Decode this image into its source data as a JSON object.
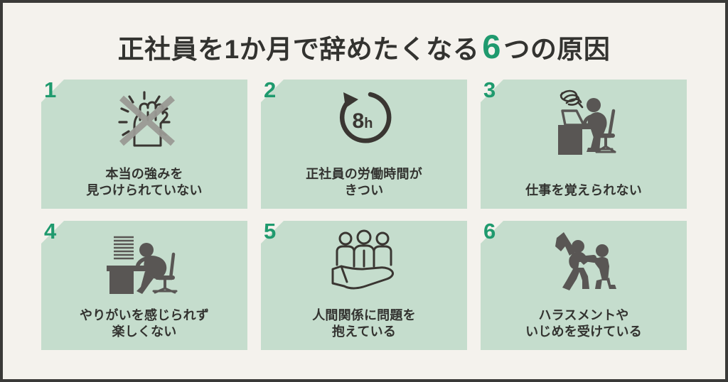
{
  "colors": {
    "page_background": "#f4f2ed",
    "outer_border": "#3a3a38",
    "card_background": "#c5ddcd",
    "accent_green": "#1f9a6e",
    "text_dark": "#333330",
    "icon_dark": "#3a3632",
    "icon_gray": "#595654",
    "icon_cross_gray": "#9a9a95"
  },
  "title": {
    "before": "正社員を1か月で辞めたくなる",
    "number": "6",
    "after": "つの原因"
  },
  "cards": [
    {
      "number": "1",
      "icon": "crossed-out-fist-icon",
      "lines": [
        "本当の強みを",
        "見つけられていない"
      ]
    },
    {
      "number": "2",
      "icon": "eight-hour-clock-arrow-icon",
      "icon_label": "8h",
      "lines": [
        "正社員の労働時間が",
        "きつい"
      ]
    },
    {
      "number": "3",
      "icon": "frustrated-person-at-desk-icon",
      "lines": [
        "仕事を覚えられない"
      ]
    },
    {
      "number": "4",
      "icon": "exhausted-person-at-desk-icon",
      "lines": [
        "やりがいを感じられず",
        "楽しくない"
      ]
    },
    {
      "number": "5",
      "icon": "three-people-on-hand-icon",
      "lines": [
        "人間関係に問題を",
        "抱えている"
      ]
    },
    {
      "number": "6",
      "icon": "harassment-bullying-icon",
      "lines": [
        "ハラスメントや",
        "いじめを受けている"
      ]
    }
  ]
}
